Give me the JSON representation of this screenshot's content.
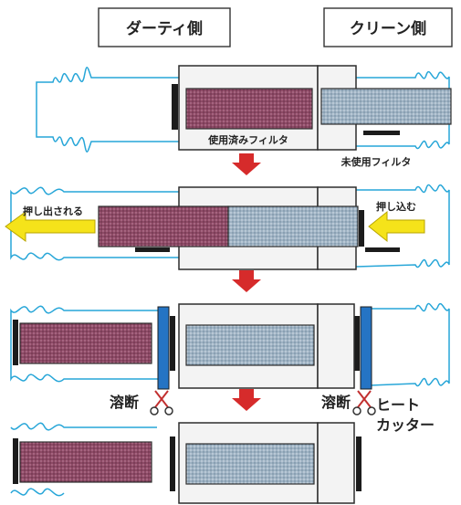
{
  "labels": {
    "dirty_side": "ダーティ側",
    "clean_side": "クリーン側",
    "used_filter": "使用済みフィルタ",
    "unused_filter": "未使用フィルタ",
    "pushed_out": "押し出される",
    "push_in": "押し込む",
    "melt_left": "溶断",
    "melt_right": "溶断",
    "heat_cutter_line1": "ヒート",
    "heat_cutter_line2": "カッター"
  },
  "colors": {
    "used_filter": "#8e4a66",
    "unused_filter": "#9fb3c4",
    "outline": "#2d2d2d",
    "bellows": "#27a6d8",
    "step_arrow": "#d62b2b",
    "push_arrow": "#f5e31a",
    "cutter_band": "#2574c4",
    "housing": "#f3f3f3"
  },
  "icons": {
    "step_arrow": "down-arrow-icon",
    "push_arrow": "left-arrow-icon",
    "cutter": "scissors-icon"
  }
}
